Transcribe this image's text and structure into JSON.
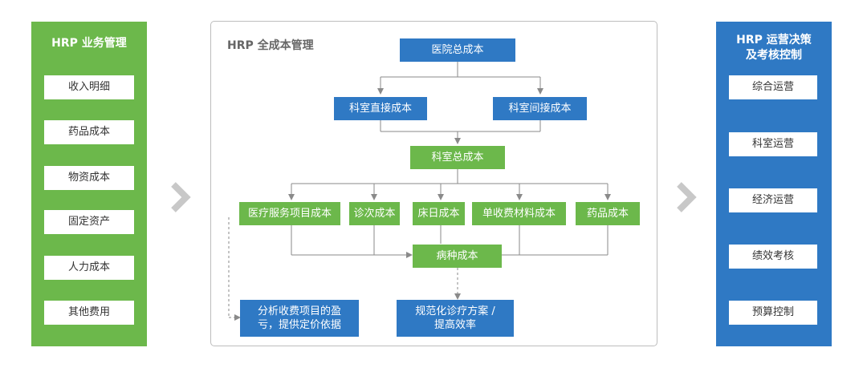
{
  "left_panel": {
    "title": "HRP 业务管理",
    "items": [
      "收入明细",
      "药品成本",
      "物资成本",
      "固定资产",
      "人力成本",
      "其他费用"
    ]
  },
  "center": {
    "title": "HRP 全成本管理",
    "hospital_total": "医院总成本",
    "dept_direct": "科室直接成本",
    "dept_indirect": "科室间接成本",
    "dept_total": "科室总成本",
    "row": [
      "医疗服务项目成本",
      "诊次成本",
      "床日成本",
      "单收费材料成本",
      "药品成本"
    ],
    "disease": "病种成本",
    "analysis_line1": "分析收费项目的盈",
    "analysis_line2": "亏，提供定价依据",
    "standard_line1": "规范化诊疗方案 /",
    "standard_line2": "提高效率"
  },
  "right_panel": {
    "title_line1": "HRP 运营决策",
    "title_line2": "及考核控制",
    "items": [
      "综合运营",
      "科室运营",
      "经济运营",
      "绩效考核",
      "预算控制"
    ]
  },
  "icons": {
    "arrow_left": "chevron-right-icon",
    "arrow_right": "chevron-right-icon"
  },
  "colors": {
    "green": "#6cb84b",
    "blue": "#2f79c4",
    "frame": "#bdbdbd",
    "chevron": "#c8c8c8",
    "line": "#8a8a8a"
  }
}
